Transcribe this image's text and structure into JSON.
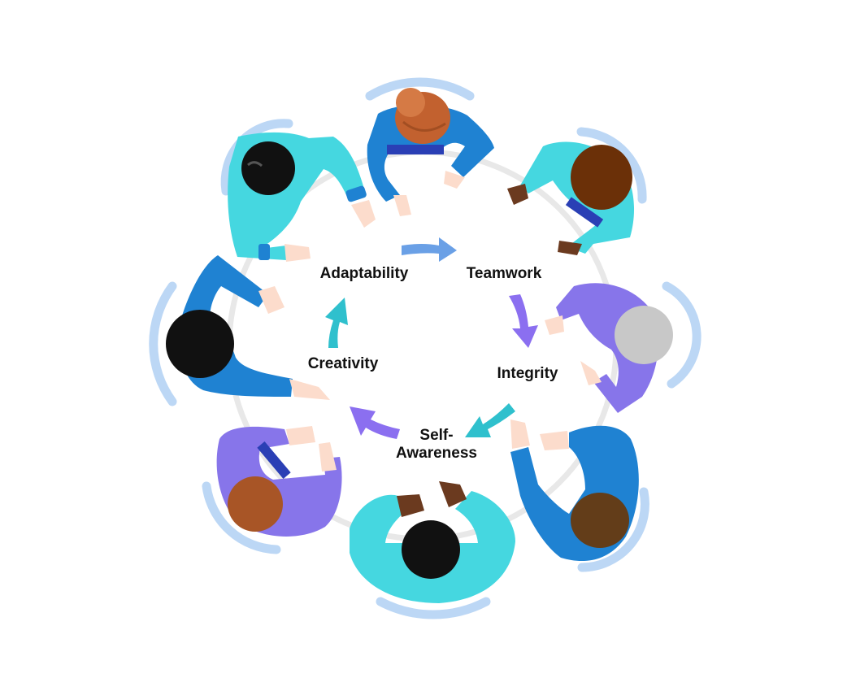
{
  "diagram": {
    "labels": {
      "adaptability": "Adaptability",
      "teamwork": "Teamwork",
      "integrity": "Integrity",
      "self_awareness_line1": "Self-",
      "self_awareness_line2": "Awareness",
      "creativity": "Creativity"
    },
    "cycle_order": [
      "Adaptability",
      "Teamwork",
      "Integrity",
      "Self-Awareness",
      "Creativity"
    ],
    "people_count": 8,
    "colors": {
      "table": "#ffffff",
      "table_edge": "#e8e8e8",
      "chair": "#bcd7f5",
      "shirt_cyan": "#45d7e0",
      "shirt_blue": "#1f82d2",
      "shirt_purple": "#8775ea",
      "arrow_blue": "#6aa0e6",
      "arrow_purple": "#8b6ff0",
      "arrow_teal": "#2fc0cd",
      "skin_light": "#fcdccc",
      "skin_dark": "#6b3a1f",
      "hair_black": "#111111",
      "hair_auburn": "#c2612f",
      "hair_brown": "#6b3008",
      "hair_gray": "#c8c8c8",
      "hair_copper": "#a85526",
      "hair_dark_brown": "#633d19"
    }
  }
}
